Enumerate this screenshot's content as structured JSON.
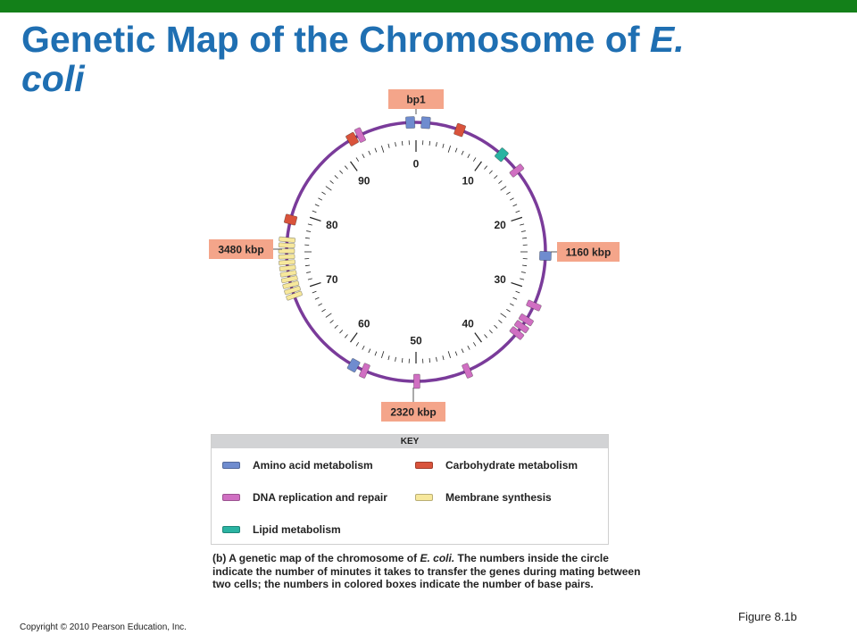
{
  "title": {
    "main": "Genetic Map of the Chromosome of ",
    "italic": "E.",
    "line2": "coli"
  },
  "map": {
    "minute_labels": [
      "0",
      "10",
      "20",
      "30",
      "40",
      "50",
      "60",
      "70",
      "80",
      "90"
    ],
    "bp_labels": [
      {
        "text": "bp1",
        "minute": 0
      },
      {
        "text": "1160 kbp",
        "minute": 25
      },
      {
        "text": "2320 kbp",
        "minute": 50
      },
      {
        "text": "3480 kbp",
        "minute": 75
      }
    ],
    "genes": [
      {
        "minute": -0.7,
        "category": "amino"
      },
      {
        "minute": 1.2,
        "category": "amino"
      },
      {
        "minute": 5.5,
        "category": "carb"
      },
      {
        "minute": 11.5,
        "category": "lipid"
      },
      {
        "minute": 14.2,
        "category": "dna"
      },
      {
        "minute": 25.5,
        "category": "amino"
      },
      {
        "minute": 31.8,
        "category": "dna"
      },
      {
        "minute": 33.8,
        "category": "dna"
      },
      {
        "minute": 34.8,
        "category": "dna"
      },
      {
        "minute": 35.8,
        "category": "dna"
      },
      {
        "minute": 43.5,
        "category": "dna"
      },
      {
        "minute": 49.9,
        "category": "dna"
      },
      {
        "minute": 56.5,
        "category": "dna"
      },
      {
        "minute": 58.0,
        "category": "amino"
      },
      {
        "minute": 79.0,
        "category": "carb"
      },
      {
        "minute": 91.8,
        "category": "carb"
      },
      {
        "minute": 92.9,
        "category": "dna"
      }
    ],
    "membrane_block": {
      "start_minute": 69.5,
      "end_minute": 76.5,
      "count": 11
    }
  },
  "key": {
    "header": "KEY",
    "items": [
      {
        "label": "Amino acid metabolism",
        "category": "amino"
      },
      {
        "label": "Carbohydrate metabolism",
        "category": "carb"
      },
      {
        "label": "DNA replication and repair",
        "category": "dna"
      },
      {
        "label": "Membrane synthesis",
        "category": "membrane"
      },
      {
        "label": "Lipid metabolism",
        "category": "lipid"
      }
    ]
  },
  "colors": {
    "amino": "#6f8ccf",
    "carb": "#d9533b",
    "dna": "#d06fc2",
    "membrane": "#f7e89c",
    "lipid": "#2ab3a2",
    "ring": "#7a3b9a",
    "bp_box": "#f4a58a",
    "title": "#1f6fb2",
    "topbar": "#138019"
  },
  "caption": {
    "label": "(b)",
    "part1": "A genetic map of the chromosome of ",
    "italic": "E. coli.",
    "part2": " The numbers inside the circle indicate the number of minutes it takes to transfer the genes during mating between two cells; the numbers in colored boxes indicate the number of base pairs."
  },
  "figure_label": "Figure 8.1b",
  "copyright": "Copyright © 2010 Pearson Education, Inc."
}
